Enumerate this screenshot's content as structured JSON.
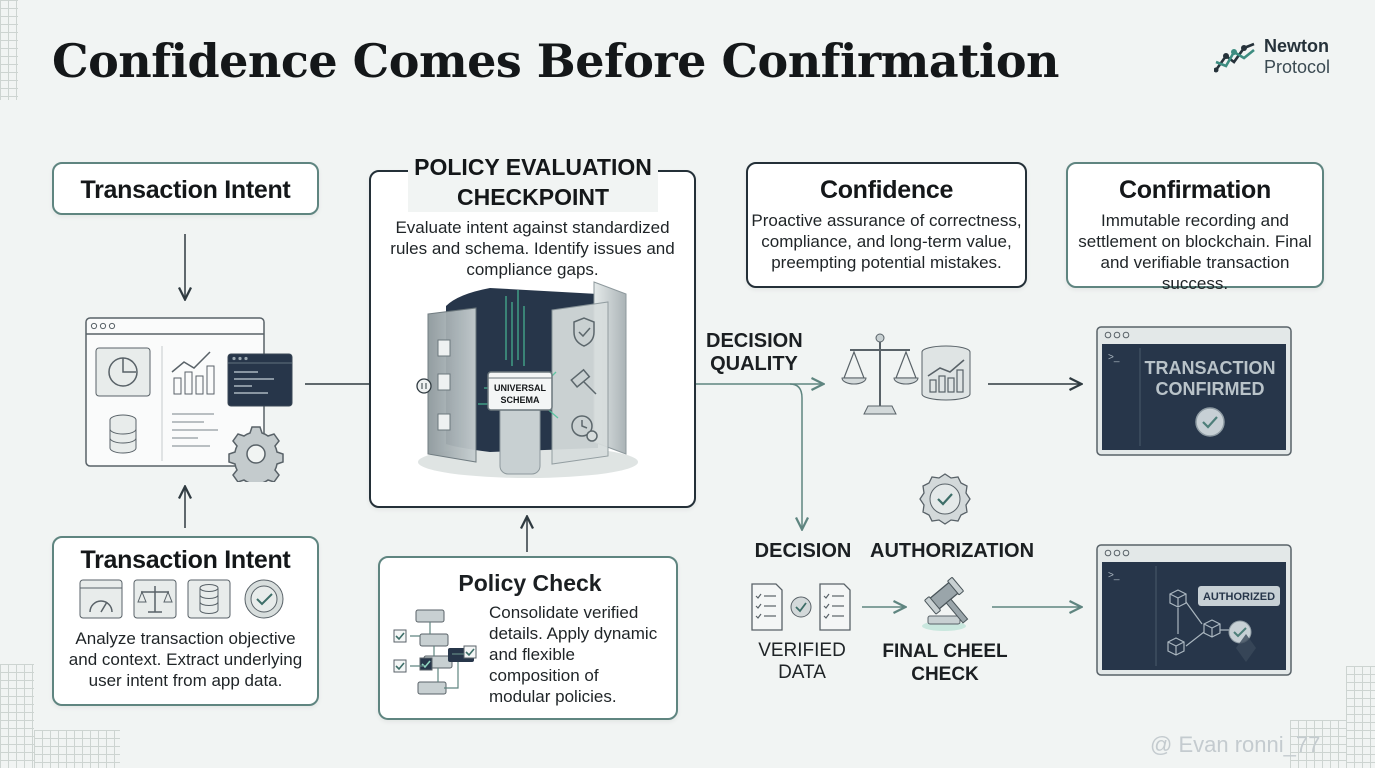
{
  "title": "Confidence Comes Before Confirmation",
  "brand": {
    "name": "Newton",
    "sub": "Protocol"
  },
  "intent_top": {
    "title": "Transaction Intent"
  },
  "intent_bottom": {
    "title": "Transaction Intent",
    "body": [
      "Analyze transaction objective",
      "and context. Extract underlying",
      "user intent from app data."
    ]
  },
  "policy_eval": {
    "title_lines": [
      "POLICY EVALUATION",
      "CHECKPOINT"
    ],
    "body": [
      "Evaluate intent against standardized",
      "rules and schema. Identify issues and",
      "compliance gaps."
    ],
    "schema_label": [
      "UNIVERSAL",
      "SCHEMA"
    ]
  },
  "policy_check": {
    "title": "Policy Check",
    "body": [
      "Consolidate verified",
      "details. Apply dynamic",
      "and flexible",
      "composition of",
      "modular policies."
    ]
  },
  "confidence": {
    "title": "Confidence",
    "body": [
      "Proactive assurance of correctness,",
      "compliance, and long-term value,",
      "preempting potential mistakes."
    ]
  },
  "confirmation": {
    "title": "Confirmation",
    "body": [
      "Immutable recording and",
      "settlement on blockchain. Final",
      "and verifiable transaction success."
    ]
  },
  "labels": {
    "decision_quality": [
      "DECISION",
      "QUALITY"
    ],
    "decision": "DECISION",
    "authorization": "AUTHORIZATION",
    "verified_data": [
      "VERIFIED",
      "DATA"
    ],
    "final_check": [
      "FINAL CHEEL",
      "CHECK"
    ]
  },
  "screens": {
    "confirmed": [
      "TRANSACTION",
      "CONFIRMED"
    ],
    "authorized": "AUTHORIZED"
  },
  "watermark": "@ Evan ronni_77",
  "colors": {
    "accent": "#5f8580",
    "dark_panel": "#27364a",
    "background": "#f1f4f3"
  },
  "icons": [
    "line-chart-logo-icon",
    "pie-chart-icon",
    "bar-chart-icon",
    "database-icon",
    "gear-icon",
    "terminal-icon",
    "gauge-icon",
    "scales-icon",
    "badge-check-icon",
    "shield-check-icon",
    "gavel-icon",
    "clock-check-icon",
    "document-checklist-icon",
    "flowchart-icon",
    "cube-network-icon"
  ]
}
